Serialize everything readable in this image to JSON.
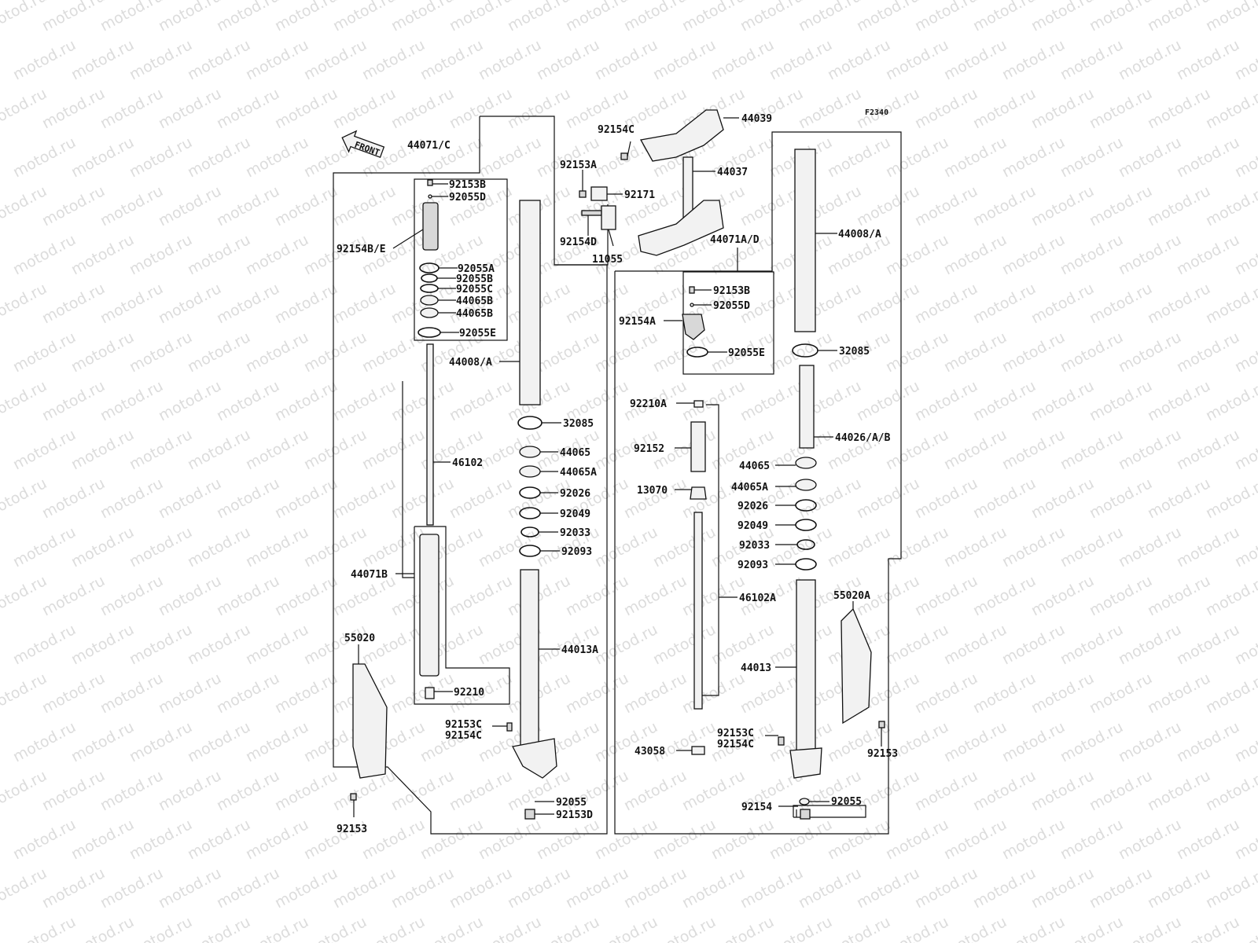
{
  "figure_code": "F2340",
  "front_label": "FRONT",
  "watermark": "motod.ru",
  "labels": {
    "l44071C": "44071/C",
    "l92153B_left": "92153B",
    "l92055D_left": "92055D",
    "l92154BE": "92154B/E",
    "l92055A": "92055A",
    "l92055B": "92055B",
    "l92055C": "92055C",
    "l44065B_1": "44065B",
    "l44065B_2": "44065B",
    "l92055E_left": "92055E",
    "l44008A_left": "44008/A",
    "l32085_left": "32085",
    "l46102": "46102",
    "l44065_left": "44065",
    "l44065A_left": "44065A",
    "l92026_left": "92026",
    "l92049_left": "92049",
    "l92033_left": "92033",
    "l92093_left": "92093",
    "l44071B": "44071B",
    "l44013A": "44013A",
    "l55020": "55020",
    "l92210": "92210",
    "l92153C_left": "92153C",
    "l92154C_left": "92154C",
    "l92055_left": "92055",
    "l92153D": "92153D",
    "l92153_left": "92153",
    "l92154C_top": "92154C",
    "l44039": "44039",
    "l92153A": "92153A",
    "l44037": "44037",
    "l92171": "92171",
    "l92154D": "92154D",
    "l11055": "11055",
    "l44071AD": "44071A/D",
    "l44008A_right": "44008/A",
    "l92153B_right": "92153B",
    "l92055D_right": "92055D",
    "l92154A": "92154A",
    "l92055E_right": "92055E",
    "l32085_right": "32085",
    "l92210A": "92210A",
    "l92152": "92152",
    "l44026AB": "44026/A/B",
    "l44065_right": "44065",
    "l13070": "13070",
    "l44065A_right": "44065A",
    "l92026_right": "92026",
    "l92049_right": "92049",
    "l92033_right": "92033",
    "l92093_right": "92093",
    "l46102A": "46102A",
    "l55020A": "55020A",
    "l44013": "44013",
    "l92153C_right": "92153C",
    "l92154C_right": "92154C",
    "l92153_right": "92153",
    "l43058": "43058",
    "l92154": "92154",
    "l92055_right": "92055"
  }
}
